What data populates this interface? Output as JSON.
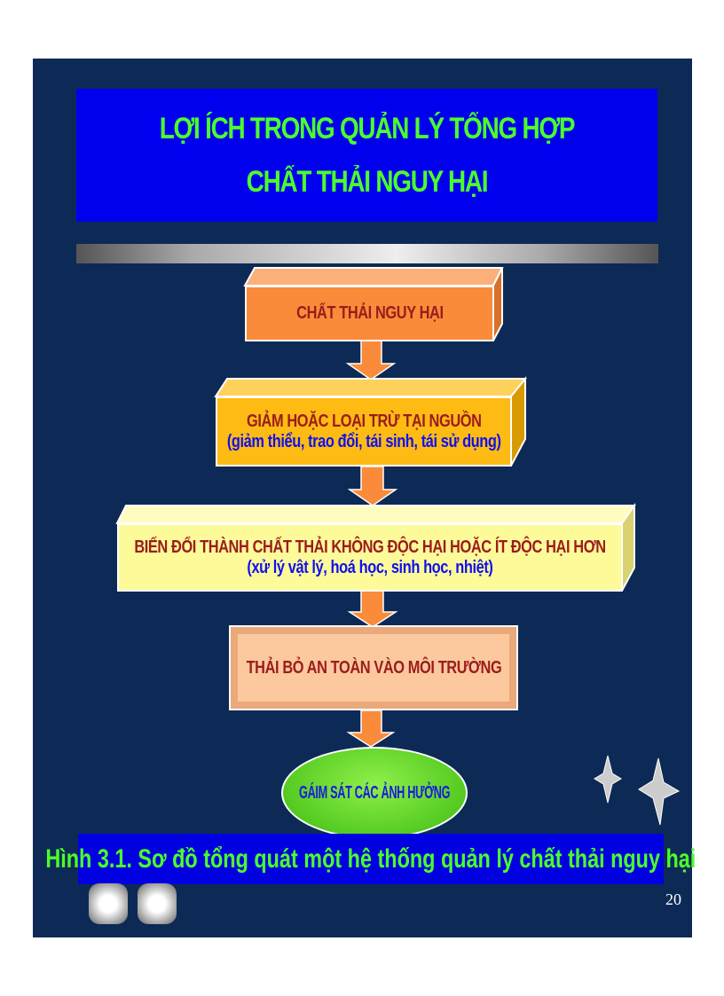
{
  "title": {
    "line1": "LỢI ÍCH TRONG QUẢN LÝ TỔNG HỢP",
    "line2": "CHẤT THẢI NGUY HẠI"
  },
  "flow": [
    {
      "title": "CHẤT THẢI NGUY HẠI",
      "color": "#f98b3a"
    },
    {
      "title": "GIẢM HOẶC LOẠI TRỪ TẠI NGUỒN",
      "subtitle": "(giảm thiểu, trao đổi, tái sinh, tái sử dụng)",
      "color": "#fdbb14"
    },
    {
      "title": "BIẾN ĐỔI THÀNH CHẤT THẢI KHÔNG ĐỘC HẠI HOẶC ÍT ĐỘC HẠI HƠN",
      "subtitle": "(xử lý vật lý, hoá học, sinh học, nhiệt)",
      "color": "#fdfa9a"
    },
    {
      "title": "THẢI BỎ AN TOÀN VÀO MÔI TRƯỜNG",
      "color": "#fcc99e"
    },
    {
      "title": "GÁIM SÁT CÁC ẢNH HƯỞNG",
      "color": "#55dd22"
    }
  ],
  "caption": "Hình 3.1. Sơ đồ tổng quát một hệ thống quản lý chất thải nguy hại",
  "page_number": "20",
  "colors": {
    "background": "#0d2a56",
    "title_bg": "#0000ee",
    "title_text": "#4cff2b",
    "arrow": "#f98b3a"
  }
}
